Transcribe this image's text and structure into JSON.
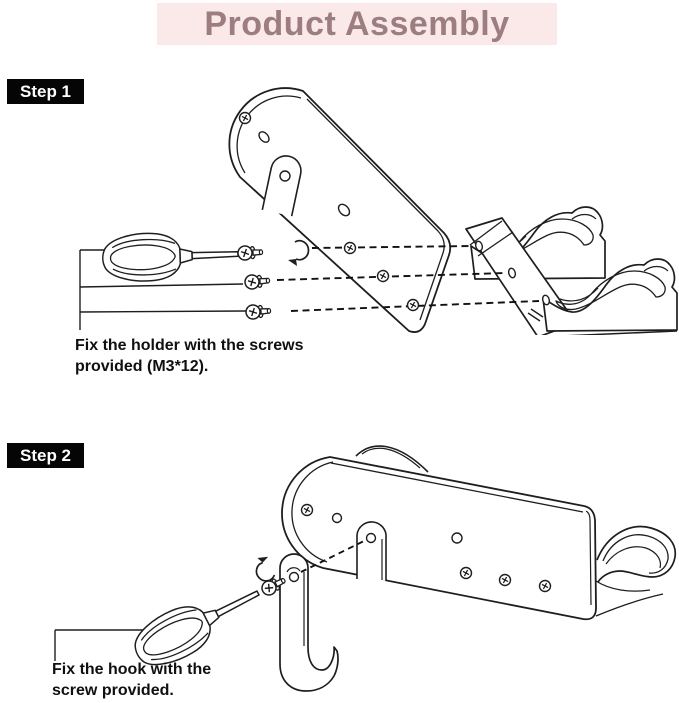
{
  "title": "Product Assembly",
  "colors": {
    "title_bg": "#fbe9e9",
    "title_text": "#9d7e7e",
    "badge_bg": "#050505",
    "badge_text": "#ffffff",
    "ink": "#1e1e1e",
    "paper": "#ffffff"
  },
  "steps": [
    {
      "label": "Step 1",
      "caption_line1": "Fix the holder with the screws",
      "caption_line2": "provided (M3*12)."
    },
    {
      "label": "Step 2",
      "caption_line1": "Fix the hook with the",
      "caption_line2": "screw provided."
    }
  ]
}
